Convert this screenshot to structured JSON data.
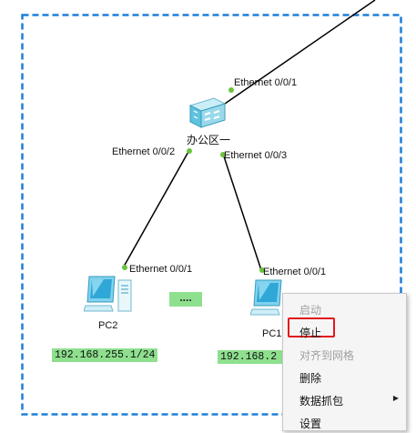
{
  "devices": {
    "switch": {
      "name": "办公区一",
      "icon": "switch-icon"
    },
    "pc2": {
      "name": "PC2",
      "icon": "pc-icon",
      "ip": "192.168.255.1/24"
    },
    "pc1": {
      "name": "PC1",
      "icon": "pc-icon",
      "ip": "192.168.2"
    }
  },
  "ports": {
    "uplink": "Ethernet 0/0/1",
    "sw_left": "Ethernet 0/0/2",
    "sw_right": "Ethernet 0/0/3",
    "pc2_port": "Ethernet 0/0/1",
    "pc1_port": "Ethernet 0/0/1"
  },
  "ellipsis": "....",
  "context_menu": {
    "items": [
      {
        "label": "启动",
        "disabled": true
      },
      {
        "label": "停止",
        "disabled": false,
        "highlighted": true
      },
      {
        "label": "对齐到网格",
        "disabled": true
      },
      {
        "label": "删除",
        "disabled": false
      },
      {
        "label": "数据抓包",
        "disabled": false,
        "submenu": true
      },
      {
        "label": "设置",
        "disabled": false
      }
    ]
  },
  "colors": {
    "area_border": "#1e7fd8",
    "port_dot": "#6ac33c",
    "ip_background": "#8ee08e",
    "highlight": "#e3171b"
  }
}
